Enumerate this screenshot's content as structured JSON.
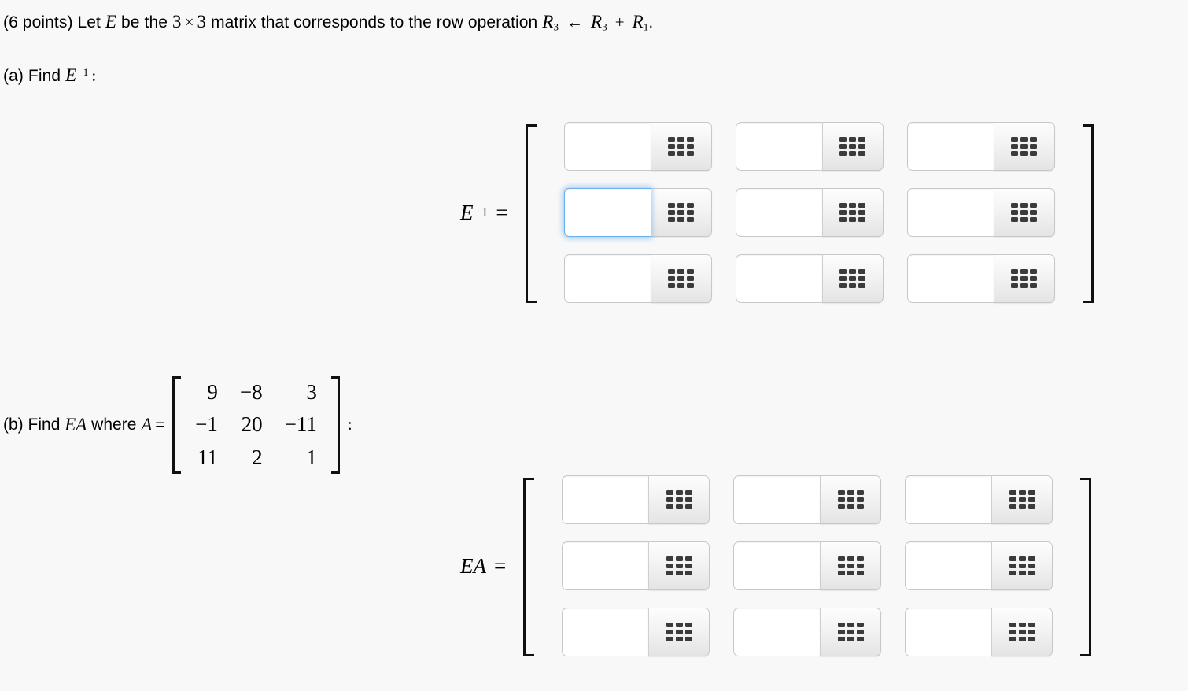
{
  "question": {
    "points_label": "(6 points)",
    "stem_before": "Let",
    "symbol_E": "E",
    "stem_mid": "be the",
    "dim_rows": "3",
    "times": "×",
    "dim_cols": "3",
    "stem_after": "matrix that corresponds to the row operation",
    "row_op": {
      "target": "R",
      "target_sub": "3",
      "arrow": "←",
      "operand1": "R",
      "operand1_sub": "3",
      "plus": "+",
      "operand2": "R",
      "operand2_sub": "1",
      "period": "."
    }
  },
  "part_a": {
    "marker": "(a)",
    "verb": "Find",
    "symbol": "E",
    "exponent": "−1",
    "colon": ":",
    "answer_label_symbol": "E",
    "answer_label_exponent": "−1",
    "answer_label_equals": "=",
    "bracket_left": "[",
    "bracket_right": "]",
    "cells": [
      [
        {
          "name": "a-r1c1",
          "value": "",
          "placeholder": ""
        },
        {
          "name": "a-r1c2",
          "value": "",
          "placeholder": ""
        },
        {
          "name": "a-r1c3",
          "value": "",
          "placeholder": ""
        }
      ],
      [
        {
          "name": "a-r2c1",
          "value": "",
          "placeholder": "",
          "focused": true
        },
        {
          "name": "a-r2c2",
          "value": "",
          "placeholder": ""
        },
        {
          "name": "a-r2c3",
          "value": "",
          "placeholder": ""
        }
      ],
      [
        {
          "name": "a-r3c1",
          "value": "",
          "placeholder": ""
        },
        {
          "name": "a-r3c2",
          "value": "",
          "placeholder": ""
        },
        {
          "name": "a-r3c3",
          "value": "",
          "placeholder": ""
        }
      ]
    ],
    "keypad_icon": "math-keypad-icon"
  },
  "part_b": {
    "marker": "(b)",
    "verb": "Find",
    "product": "EA",
    "where": "where",
    "symbol_A": "A",
    "equals": "=",
    "colon": ":",
    "matrix_A": [
      [
        "9",
        "−8",
        "3"
      ],
      [
        "−1",
        "20",
        "−11"
      ],
      [
        "11",
        "2",
        "1"
      ]
    ],
    "answer_label": "EA",
    "answer_label_equals": "=",
    "bracket_left": "[",
    "bracket_right": "]",
    "cells": [
      [
        {
          "name": "b-r1c1",
          "value": "",
          "placeholder": ""
        },
        {
          "name": "b-r1c2",
          "value": "",
          "placeholder": ""
        },
        {
          "name": "b-r1c3",
          "value": "",
          "placeholder": ""
        }
      ],
      [
        {
          "name": "b-r2c1",
          "value": "",
          "placeholder": ""
        },
        {
          "name": "b-r2c2",
          "value": "",
          "placeholder": ""
        },
        {
          "name": "b-r2c3",
          "value": "",
          "placeholder": ""
        }
      ],
      [
        {
          "name": "b-r3c1",
          "value": "",
          "placeholder": ""
        },
        {
          "name": "b-r3c2",
          "value": "",
          "placeholder": ""
        },
        {
          "name": "b-r3c3",
          "value": "",
          "placeholder": ""
        }
      ]
    ],
    "keypad_icon": "math-keypad-icon"
  },
  "colors": {
    "page_background": "#f8f8f8",
    "text": "#000000",
    "input_background": "#ffffff",
    "input_border": "#c8c8c8",
    "focus_border": "#6cb0ee",
    "focus_glow": "#70b0f0",
    "keypad_dot": "#3b3b3b",
    "bracket": "#111111"
  }
}
